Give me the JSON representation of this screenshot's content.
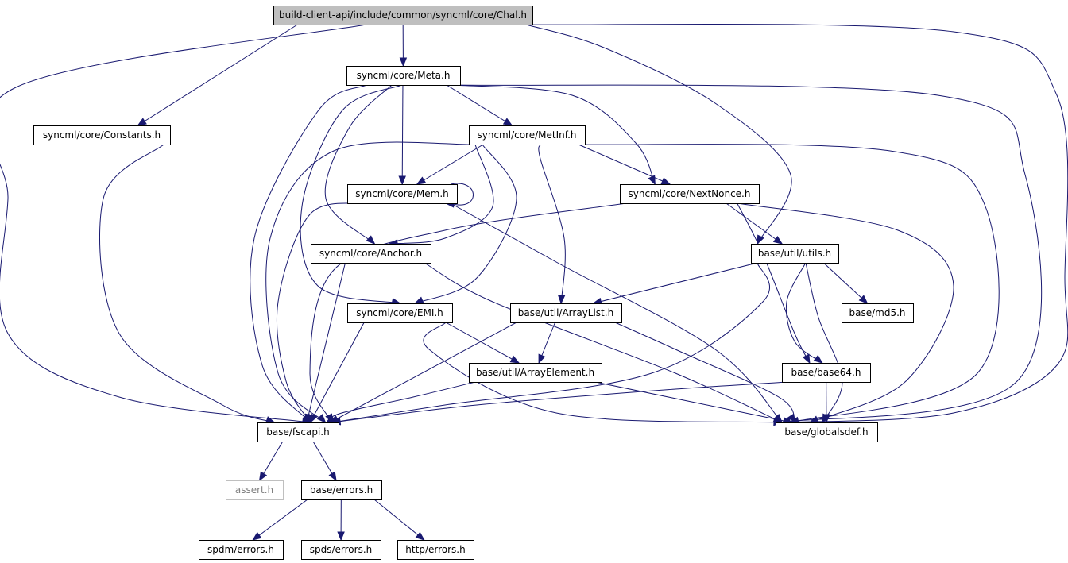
{
  "colors": {
    "edge": "#191970",
    "root_fill": "#bfbfbf",
    "node_border": "#000000",
    "missing_border": "#bfbfbf",
    "missing_text": "#808080"
  },
  "nodes": [
    {
      "id": "chal",
      "label": "build-client-api/include/common/syncml/core/Chal.h",
      "kind": "root"
    },
    {
      "id": "meta",
      "label": "syncml/core/Meta.h"
    },
    {
      "id": "constants",
      "label": "syncml/core/Constants.h"
    },
    {
      "id": "metinf",
      "label": "syncml/core/MetInf.h"
    },
    {
      "id": "mem",
      "label": "syncml/core/Mem.h"
    },
    {
      "id": "nextnonce",
      "label": "syncml/core/NextNonce.h"
    },
    {
      "id": "anchor",
      "label": "syncml/core/Anchor.h"
    },
    {
      "id": "utils",
      "label": "base/util/utils.h"
    },
    {
      "id": "emi",
      "label": "syncml/core/EMI.h"
    },
    {
      "id": "arraylist",
      "label": "base/util/ArrayList.h"
    },
    {
      "id": "md5",
      "label": "base/md5.h"
    },
    {
      "id": "arrayelem",
      "label": "base/util/ArrayElement.h"
    },
    {
      "id": "base64",
      "label": "base/base64.h"
    },
    {
      "id": "fscapi",
      "label": "base/fscapi.h"
    },
    {
      "id": "globals",
      "label": "base/globalsdef.h"
    },
    {
      "id": "assert",
      "label": "assert.h",
      "kind": "missing"
    },
    {
      "id": "errors",
      "label": "base/errors.h"
    },
    {
      "id": "spdm",
      "label": "spdm/errors.h"
    },
    {
      "id": "spds",
      "label": "spds/errors.h"
    },
    {
      "id": "http",
      "label": "http/errors.h"
    }
  ],
  "edges": [
    [
      "chal",
      "meta"
    ],
    [
      "chal",
      "constants"
    ],
    [
      "chal",
      "fscapi"
    ],
    [
      "chal",
      "globals"
    ],
    [
      "chal",
      "utils"
    ],
    [
      "meta",
      "metinf"
    ],
    [
      "meta",
      "mem"
    ],
    [
      "meta",
      "nextnonce"
    ],
    [
      "meta",
      "anchor"
    ],
    [
      "meta",
      "emi"
    ],
    [
      "meta",
      "fscapi"
    ],
    [
      "meta",
      "globals"
    ],
    [
      "constants",
      "fscapi"
    ],
    [
      "metinf",
      "mem"
    ],
    [
      "metinf",
      "nextnonce"
    ],
    [
      "metinf",
      "anchor"
    ],
    [
      "metinf",
      "emi"
    ],
    [
      "metinf",
      "arraylist"
    ],
    [
      "metinf",
      "fscapi"
    ],
    [
      "metinf",
      "globals"
    ],
    [
      "mem",
      "mem"
    ],
    [
      "mem",
      "fscapi"
    ],
    [
      "mem",
      "globals"
    ],
    [
      "nextnonce",
      "utils"
    ],
    [
      "nextnonce",
      "base64"
    ],
    [
      "nextnonce",
      "fscapi"
    ],
    [
      "nextnonce",
      "globals"
    ],
    [
      "anchor",
      "fscapi"
    ],
    [
      "anchor",
      "globals"
    ],
    [
      "utils",
      "arraylist"
    ],
    [
      "utils",
      "md5"
    ],
    [
      "utils",
      "base64"
    ],
    [
      "utils",
      "fscapi"
    ],
    [
      "utils",
      "globals"
    ],
    [
      "emi",
      "arrayelem"
    ],
    [
      "emi",
      "fscapi"
    ],
    [
      "emi",
      "globals"
    ],
    [
      "arraylist",
      "arrayelem"
    ],
    [
      "arraylist",
      "fscapi"
    ],
    [
      "arraylist",
      "globals"
    ],
    [
      "arrayelem",
      "fscapi"
    ],
    [
      "arrayelem",
      "globals"
    ],
    [
      "base64",
      "fscapi"
    ],
    [
      "base64",
      "globals"
    ],
    [
      "fscapi",
      "assert"
    ],
    [
      "fscapi",
      "errors"
    ],
    [
      "errors",
      "spdm"
    ],
    [
      "errors",
      "spds"
    ],
    [
      "errors",
      "http"
    ]
  ]
}
